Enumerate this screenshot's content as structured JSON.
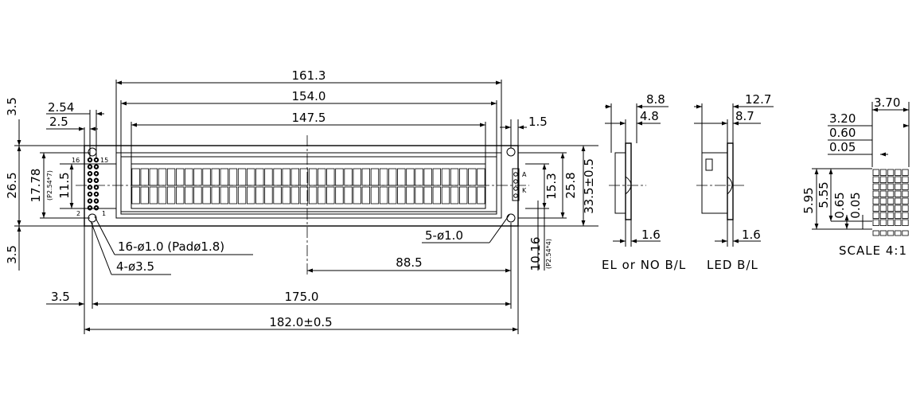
{
  "labels": {
    "d161_3": "161.3",
    "d154_0": "154.0",
    "d147_5": "147.5",
    "d2_54": "2.54",
    "d2_5": "2.5",
    "d3_5_top": "3.5",
    "d3_5_bottom": "3.5",
    "d26_5": "26.5",
    "d17_78": "17.78",
    "p2_54x7": "(P2.54*7)",
    "d11_5": "11.5",
    "pin16": "16",
    "pin15": "15",
    "pin2": "2",
    "pin1": "1",
    "d1_5": "1.5",
    "d15_3": "15.3",
    "d25_8": "25.8",
    "d33_5": "33.5±0.5",
    "pinA": "A",
    "pinK": "K",
    "holes16": "16-ø1.0 (Padø1.8)",
    "holes4": "4-ø3.5",
    "holes5": "5-ø1.0",
    "d88_5": "88.5",
    "d10_16": "10.16",
    "p2_54x4": "(P2.54*4)",
    "d3_5_left": "3.5",
    "d175_0": "175.0",
    "d182_0": "182.0±0.5",
    "el_8_8": "8.8",
    "el_4_8": "4.8",
    "el_1_6": "1.6",
    "el_caption": "EL or NO B/L",
    "led_12_7": "12.7",
    "led_8_7": "8.7",
    "led_1_6": "1.6",
    "led_caption": "LED B/L",
    "s3_70": "3.70",
    "s3_20": "3.20",
    "s0_60": "0.60",
    "s0_05_top": "0.05",
    "s5_95": "5.95",
    "s5_55": "5.55",
    "s0_65": "0.65",
    "s0_05_side": "0.05",
    "scale": "SCALE 4:1"
  },
  "display": {
    "chars_per_row": 40,
    "rows": 2
  },
  "char_matrix": {
    "cols": 5,
    "rows": 8
  }
}
